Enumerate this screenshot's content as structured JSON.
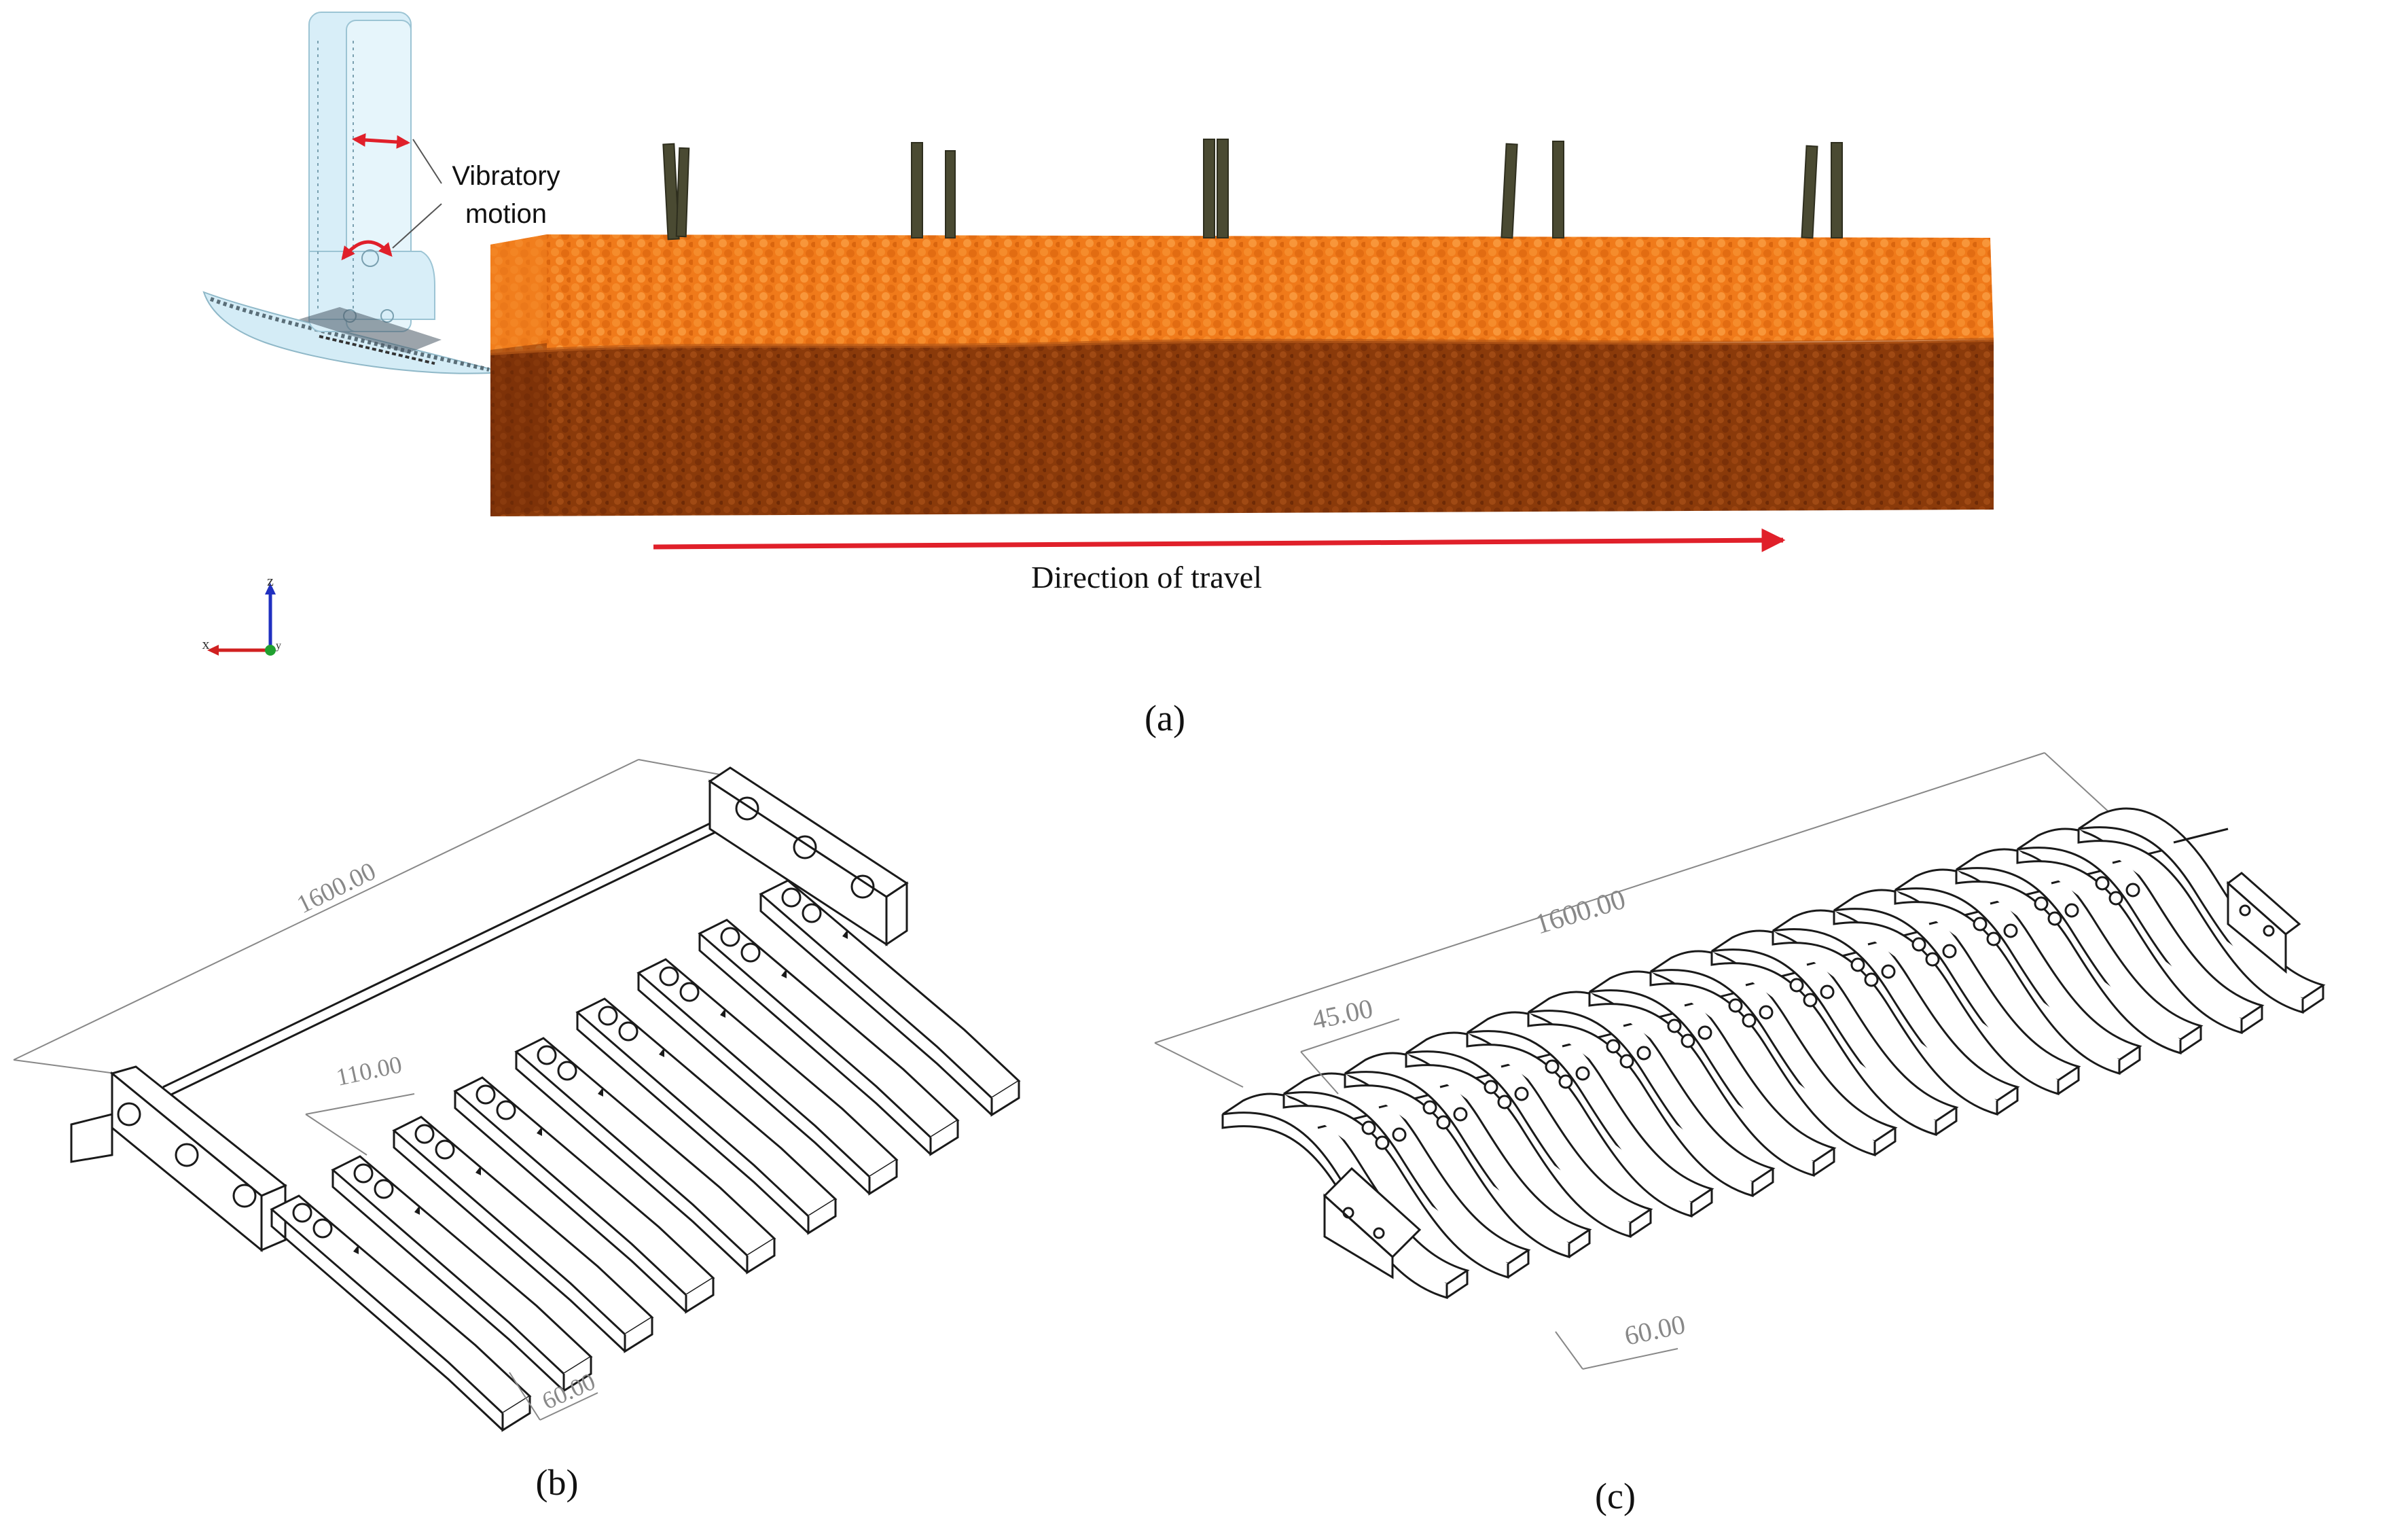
{
  "panel_a": {
    "vibratory_label_line1": "Vibratory",
    "vibratory_label_line2": "motion",
    "direction_label": "Direction of travel",
    "caption": "(a)",
    "axes": {
      "z": "z",
      "x": "x",
      "y": "y"
    },
    "colors": {
      "topsoil": "#f07a1a",
      "subsoil": "#8a3a0a",
      "arrow": "#e0202a",
      "rods": "#4a4a32",
      "tool": "#cdeaf5"
    }
  },
  "panel_b": {
    "dim_length": "1600.00",
    "dim_spacing": "110.00",
    "dim_width": "60.00",
    "caption": "(b)",
    "tine_count": 9
  },
  "panel_c": {
    "dim_length": "1600.00",
    "dim_spacing": "45.00",
    "dim_width": "60.00",
    "caption": "(c)",
    "tine_count": 15
  }
}
